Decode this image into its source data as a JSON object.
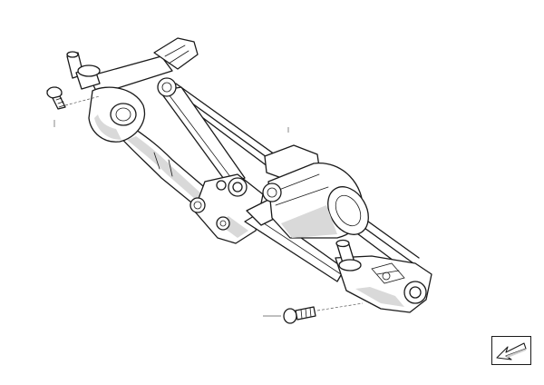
{
  "diagram": {
    "parts": [
      {
        "id": "wiper-linkage-frame"
      },
      {
        "id": "wiper-motor"
      },
      {
        "id": "left-wiper-spindle"
      },
      {
        "id": "right-wiper-spindle"
      },
      {
        "id": "upper-mounting-bolt"
      },
      {
        "id": "lower-mounting-bolt"
      }
    ],
    "colors": {
      "line": "#1a1a1a",
      "shade": "#d9d9d9",
      "background": "#ffffff"
    }
  },
  "navigation": {
    "icon": "arrow-down-left-icon"
  }
}
